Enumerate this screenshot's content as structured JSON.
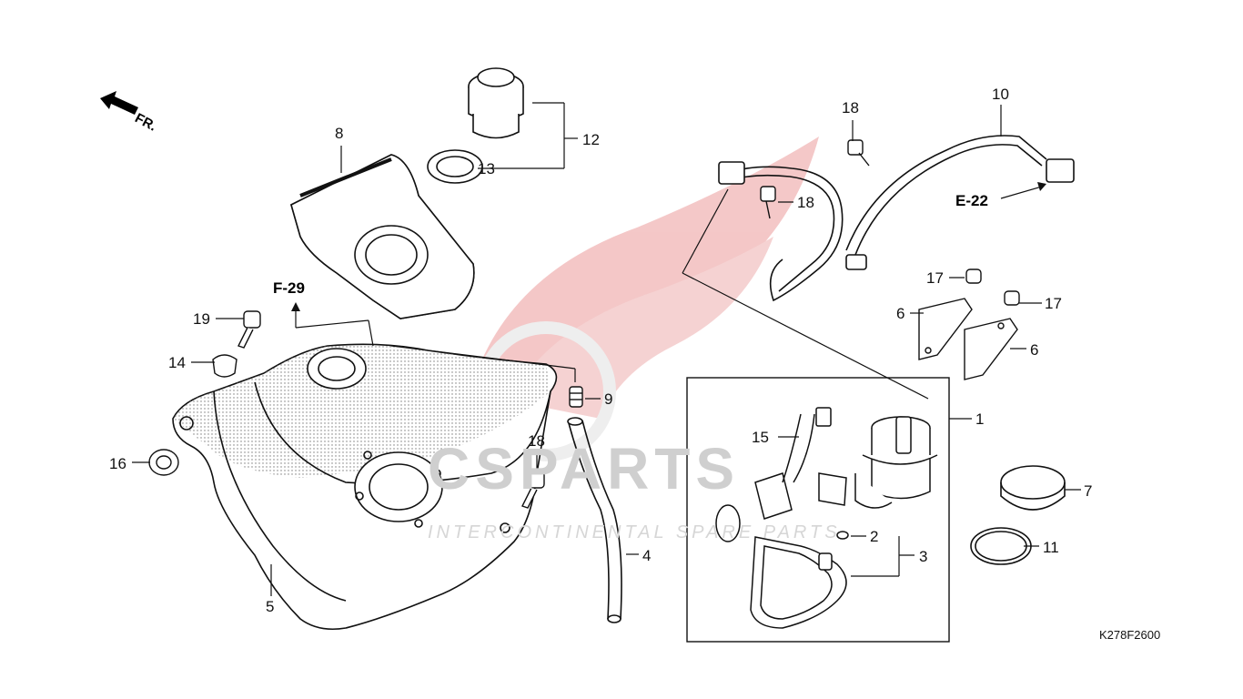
{
  "watermark": {
    "brand": "CSPARTS",
    "tagline": "INTERCONTINENTAL SPARE PARTS"
  },
  "direction_marker": "FR.",
  "references": {
    "f29": "F-29",
    "e22": "E-22"
  },
  "callouts": {
    "c1": "1",
    "c2": "2",
    "c3": "3",
    "c4": "4",
    "c5": "5",
    "c6a": "6",
    "c6b": "6",
    "c7": "7",
    "c8": "8",
    "c9": "9",
    "c10": "10",
    "c11": "11",
    "c12": "12",
    "c13": "13",
    "c14": "14",
    "c15": "15",
    "c16": "16",
    "c17a": "17",
    "c17b": "17",
    "c18a": "18",
    "c18b": "18",
    "c18c": "18",
    "c19": "19"
  },
  "diagram_code": "K278F2600",
  "colors": {
    "line": "#111111",
    "watermark_red": "#e8a0a0",
    "watermark_gray": "#cccccc"
  }
}
